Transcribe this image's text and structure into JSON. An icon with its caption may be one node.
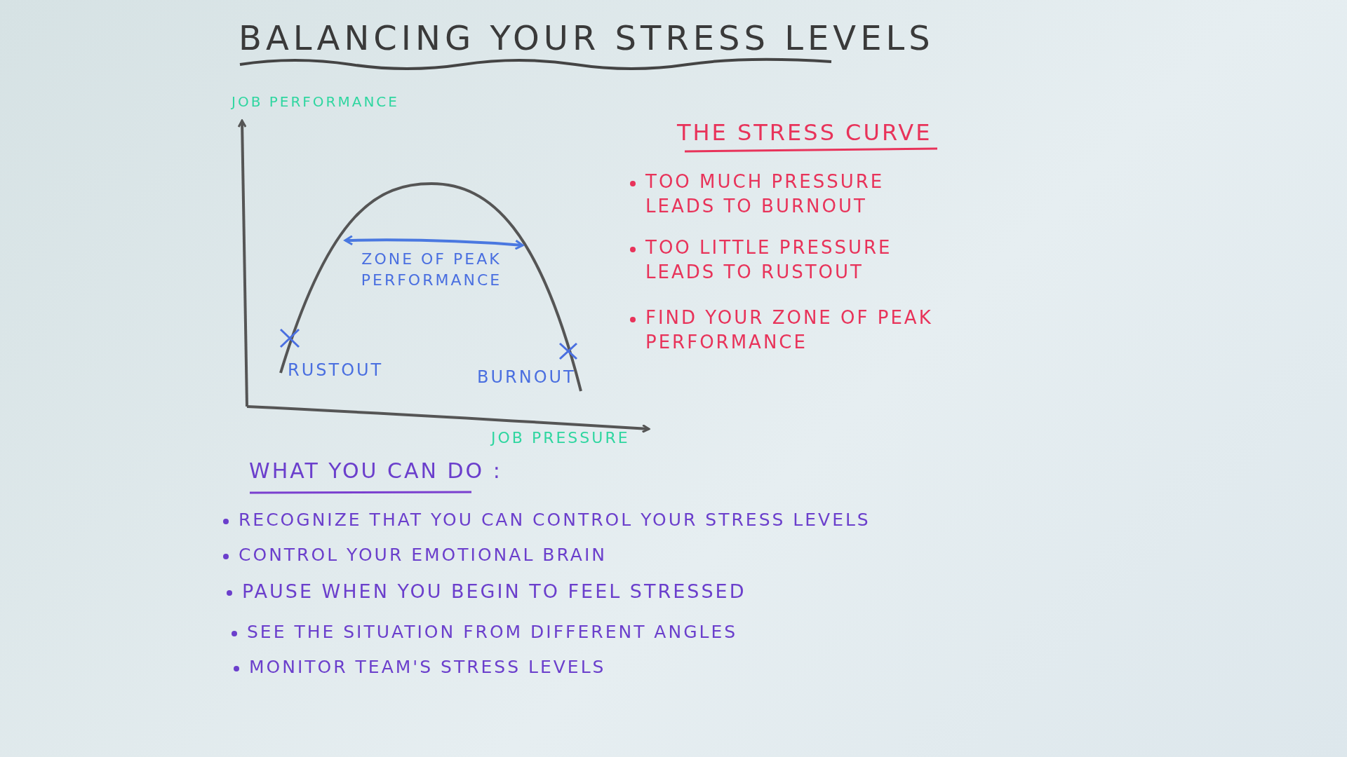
{
  "diagram": {
    "title": "BALANCING YOUR STRESS LEVELS",
    "labels": [
      "JOB PERFORMANCE",
      "ZONE OF PEAK PERFORMANCE",
      "RUSTOUT",
      "BURNOUT",
      "JOB PRESSURE",
      "THE STRESS CURVE",
      "TOO MUCH PRESSURE LEADS TO BURNOUT",
      "TOO LITTLE PRESSURE LEADS TO RUSTOUT",
      "FIND YOUR ZONE OF PEAK PERFORMANCE",
      "WHAT YOU CAN DO :",
      "RECOGNIZE THAT YOU CAN CONTROL YOUR STRESS LEVELS",
      "CONTROL YOUR EMOTIONAL BRAIN",
      "PAUSE WHEN YOU BEGIN TO FEEL STRESSED",
      "SEE THE SITUATION FROM DIFFERENT ANGLES",
      "MONITOR TEAM'S STRESS LEVELS"
    ]
  }
}
